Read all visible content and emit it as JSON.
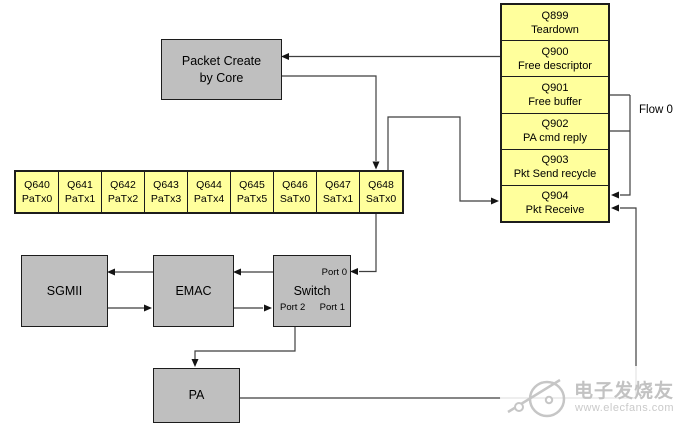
{
  "packet_create": {
    "line1": "Packet Create",
    "line2": "by Core"
  },
  "tx_queues": [
    {
      "id": "Q640",
      "label": "PaTx0"
    },
    {
      "id": "Q641",
      "label": "PaTx1"
    },
    {
      "id": "Q642",
      "label": "PaTx2"
    },
    {
      "id": "Q643",
      "label": "PaTx3"
    },
    {
      "id": "Q644",
      "label": "PaTx4"
    },
    {
      "id": "Q645",
      "label": "PaTx5"
    },
    {
      "id": "Q646",
      "label": "SaTx0"
    },
    {
      "id": "Q647",
      "label": "SaTx1"
    },
    {
      "id": "Q648",
      "label": "SaTx0"
    }
  ],
  "rx_queues": [
    {
      "id": "Q899",
      "label": "Teardown"
    },
    {
      "id": "Q900",
      "label": "Free descriptor"
    },
    {
      "id": "Q901",
      "label": "Free buffer"
    },
    {
      "id": "Q902",
      "label": "PA cmd reply"
    },
    {
      "id": "Q903",
      "label": "Pkt Send recycle"
    },
    {
      "id": "Q904",
      "label": "Pkt Receive"
    }
  ],
  "blocks": {
    "sgmii": "SGMII",
    "emac": "EMAC",
    "switch": "Switch",
    "pa": "PA"
  },
  "switch_ports": {
    "port0": "Port 0",
    "port1": "Port 1",
    "port2": "Port 2"
  },
  "flow_label": "Flow 0",
  "watermark": {
    "title": "电子发烧友",
    "url": "www.elecfans.com"
  },
  "colors": {
    "queue_fill": "#FFFF9C",
    "block_fill": "#BFBFBF",
    "border": "#1C1C1C",
    "line": "#3F3F3F",
    "watermark_gray": "#C2C2C2"
  }
}
